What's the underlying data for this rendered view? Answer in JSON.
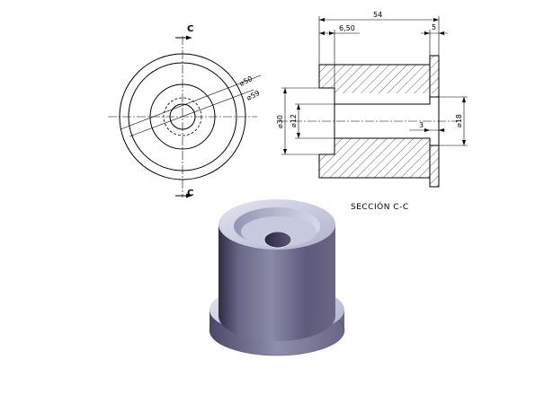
{
  "front_view": {
    "cut_label_top": "C",
    "cut_label_bottom": "C",
    "dim_outer": "⌀59",
    "dim_flange": "⌀50"
  },
  "section_view": {
    "title": "SECCIÓN C-C",
    "dim_total_length": "54",
    "dim_counterbore_depth": "6,50",
    "dim_flange_thickness": "5",
    "dim_counterbore_dia": "⌀30",
    "dim_through_hole": "⌀12",
    "dim_recess_dia": "⌀18",
    "dim_recess_depth": "3"
  },
  "colors": {
    "line": "#000000",
    "solid_side": "#5a5777",
    "solid_top": "#c9cbe2"
  }
}
